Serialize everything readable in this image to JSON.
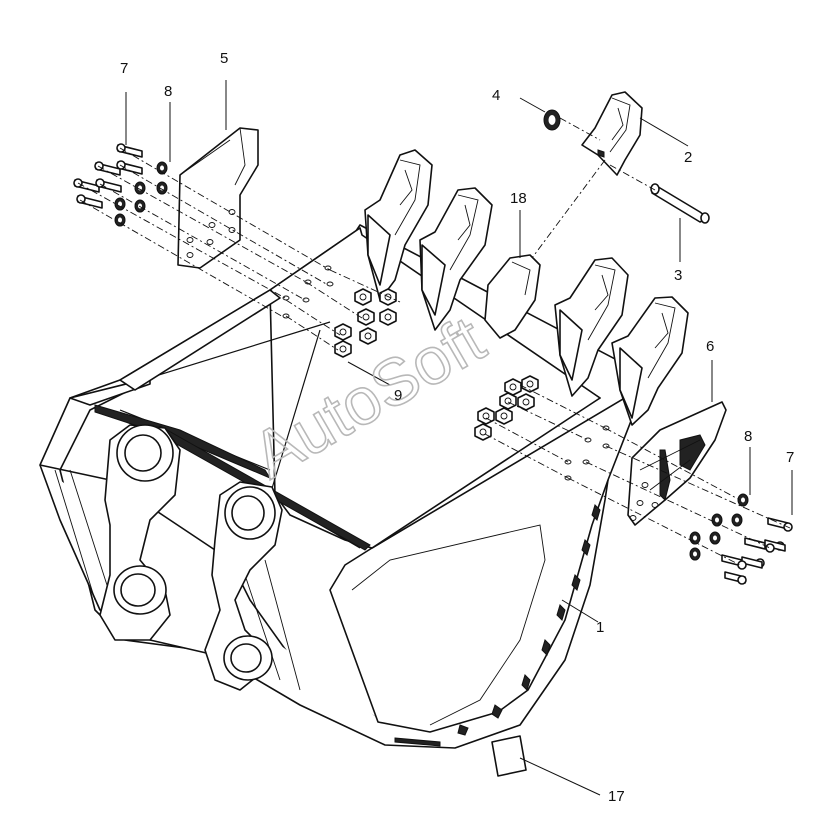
{
  "watermark": "AutoSoft",
  "callouts": [
    {
      "id": "1",
      "label": "1"
    },
    {
      "id": "2",
      "label": "2"
    },
    {
      "id": "3",
      "label": "3"
    },
    {
      "id": "4",
      "label": "4"
    },
    {
      "id": "5",
      "label": "5"
    },
    {
      "id": "6",
      "label": "6"
    },
    {
      "id": "7a",
      "label": "7"
    },
    {
      "id": "7b",
      "label": "7"
    },
    {
      "id": "8a",
      "label": "8"
    },
    {
      "id": "8b",
      "label": "8"
    },
    {
      "id": "9",
      "label": "9"
    },
    {
      "id": "17",
      "label": "17"
    },
    {
      "id": "18",
      "label": "18"
    }
  ]
}
